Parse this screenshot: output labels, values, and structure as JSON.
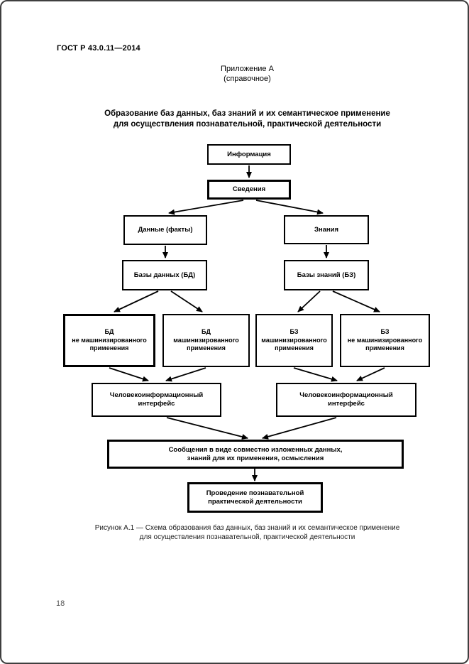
{
  "header": {
    "doc_code": "ГОСТ Р 43.0.11—2014",
    "annex": "Приложение А",
    "annex_note": "(справочное)"
  },
  "title": {
    "lines": [
      "Образование баз данных, баз знаний и их семантическое применение",
      "для осуществления познавательной, практической деятельности"
    ]
  },
  "diagram": {
    "nodes": {
      "information": "Информация",
      "svedeniya": "Сведения",
      "dannye": "Данные (факты)",
      "znaniya": "Знания",
      "bd": "Базы данных (БД)",
      "bz": "Базы знаний (БЗ)",
      "bd_non_mech": [
        "БД",
        "не машинизированного",
        "применения"
      ],
      "bd_mech": [
        "БД",
        "машинизированного",
        "применения"
      ],
      "bz_mech": [
        "БЗ",
        "машинизированного",
        "применения"
      ],
      "bz_non_mech": [
        "БЗ",
        "не машинизированного",
        "применения"
      ],
      "iface_left": [
        "Человекоинформационный",
        "интерфейс"
      ],
      "iface_right": [
        "Человекоинформационный",
        "интерфейс"
      ],
      "messages": [
        "Сообщения в виде совместно изложенных данных,",
        "знаний для их применения, осмысления"
      ],
      "final": [
        "Проведение познавательной",
        "практической деятельности"
      ]
    },
    "line_color": "#000000"
  },
  "caption": {
    "lines": [
      "Рисунок  А.1 — Схема образования баз данных, баз знаний и их семантическое применение",
      "для осуществления познавательной, практической деятельности"
    ]
  },
  "footer": {
    "page_number": "18"
  }
}
